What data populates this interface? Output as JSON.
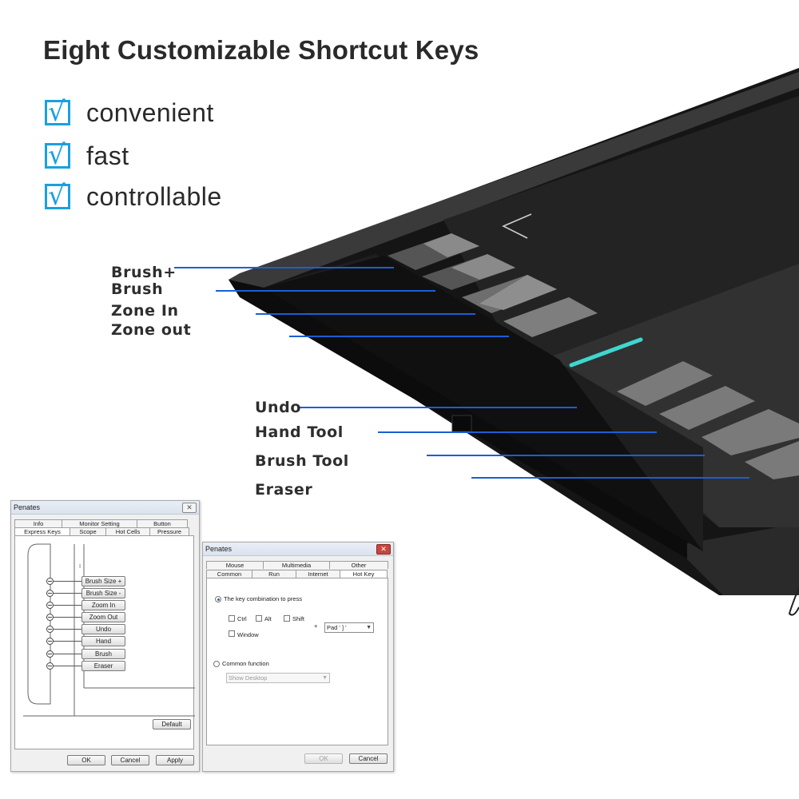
{
  "headline": "Eight Customizable Shortcut Keys",
  "features": [
    {
      "label": "convenient",
      "check": "√"
    },
    {
      "label": "fast",
      "check": "√"
    },
    {
      "label": "controllable",
      "check": "√"
    }
  ],
  "key_labels": [
    "Brush+",
    "Brush",
    "Zone In",
    "Zone out",
    "Undo",
    "Hand Tool",
    "Brush Tool",
    "Eraser"
  ],
  "colors": {
    "accent": "#1aa0e0",
    "callout_line": "#1a5fd6",
    "tablet": "#1b1b1b",
    "led": "#3fd6d0"
  },
  "dialog1": {
    "title": "Penates",
    "close": "✕",
    "tabs_top": [
      "Info",
      "Monitor Setting",
      "Button"
    ],
    "tabs_bottom": [
      "Express Keys",
      "Scope",
      "Hot Cells",
      "Pressure"
    ],
    "cursor": "I",
    "keys": [
      "Brush Size +",
      "Brush Size -",
      "Zoom In",
      "Zoom Out",
      "Undo",
      "Hand",
      "Brush",
      "Eraser"
    ],
    "default_label": "Default",
    "ok_label": "OK",
    "cancel_label": "Cancel",
    "apply_label": "Apply"
  },
  "dialog2": {
    "title": "Penates",
    "close": "✕",
    "tabs_top": [
      "Mouse",
      "Multimedia",
      "Other"
    ],
    "tabs_bottom": [
      "Common",
      "Run",
      "Internet",
      "Hot Key"
    ],
    "radio1_label": "The key combination to press",
    "ctrl_label": "Ctrl",
    "alt_label": "Alt",
    "shift_label": "Shift",
    "window_label": "Window",
    "plus": "+",
    "key_value": "Pad ' ] '",
    "radio2_label": "Common function",
    "function_value": "Show Desktop",
    "ok_label": "OK",
    "cancel_label": "Cancel"
  }
}
